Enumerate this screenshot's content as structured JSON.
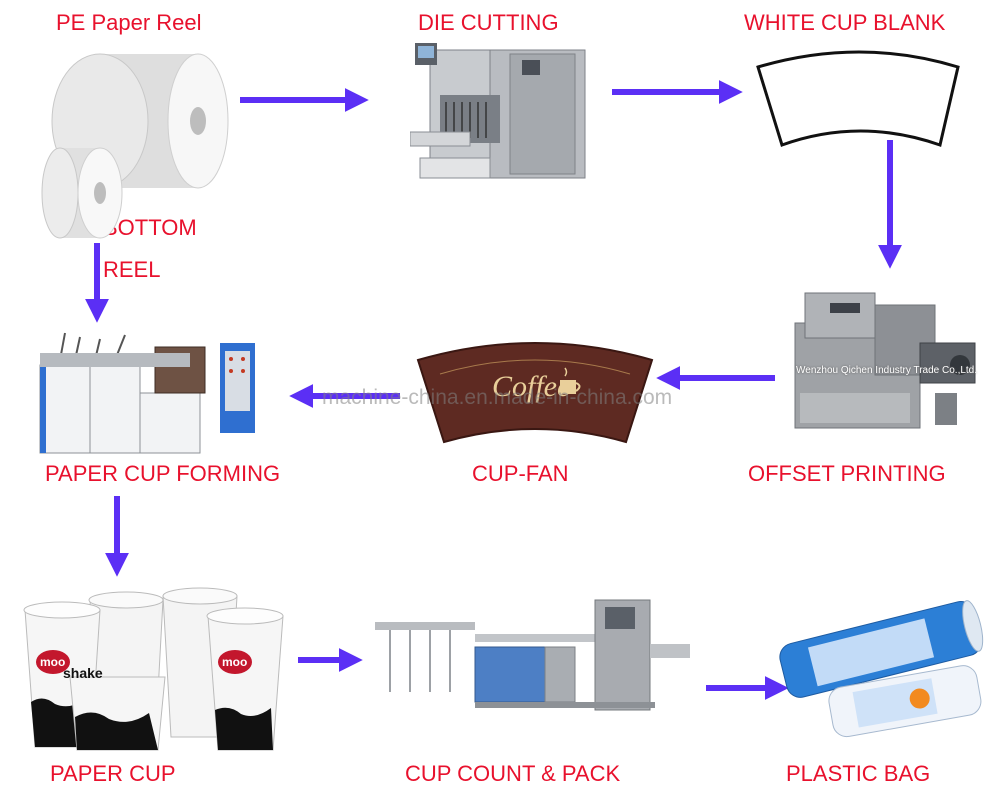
{
  "labels": {
    "pe_paper_reel": "PE Paper Reel",
    "die_cutting": "DIE CUTTING",
    "white_cup_blank": "WHITE CUP BLANK",
    "bottom": "BOTTOM",
    "reel": "REEL",
    "paper_cup_forming": "PAPER CUP FORMING",
    "cup_fan": "CUP-FAN",
    "offset_printing": "OFFSET  PRINTING",
    "paper_cup": "PAPER CUP",
    "cup_count_pack": "CUP COUNT & PACK",
    "plastic_bag": "PLASTIC BAG"
  },
  "cup_fan_print": {
    "brand": "Coffee"
  },
  "cup_print": {
    "word1": "moo",
    "word2": "shake"
  },
  "watermark": "machine-china.en.made-in-china.com",
  "manufacturer_overlay": "Wenzhou Qichen Industry Trade Co.,Ltd.",
  "colors": {
    "label": "#e8112d",
    "arrow": "#5b2ff5",
    "cup_fan": "#5e2a22"
  }
}
